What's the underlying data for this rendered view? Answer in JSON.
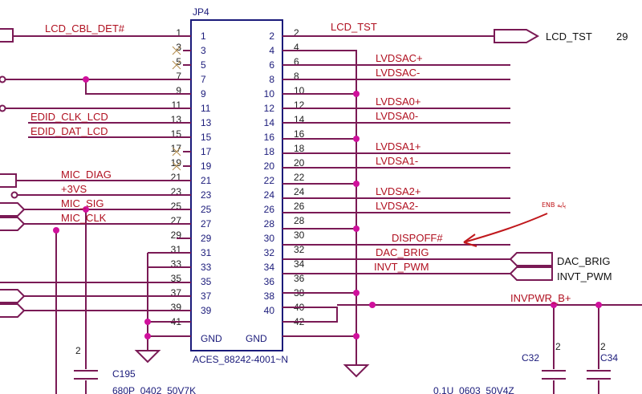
{
  "connector": {
    "ref": "JP4",
    "part_number": "ACES_88242-4001~N",
    "gnd_left": "GND",
    "gnd_right": "GND",
    "left_inner_pins": [
      "1",
      "3",
      "5",
      "7",
      "9",
      "11",
      "13",
      "15",
      "17",
      "19",
      "21",
      "23",
      "25",
      "27",
      "29",
      "31",
      "33",
      "35",
      "37",
      "39"
    ],
    "right_inner_pins": [
      "2",
      "4",
      "6",
      "8",
      "10",
      "12",
      "14",
      "16",
      "18",
      "20",
      "22",
      "24",
      "26",
      "28",
      "30",
      "32",
      "34",
      "36",
      "38",
      "40"
    ],
    "left_outer_pins": [
      "1",
      "3",
      "5",
      "7",
      "9",
      "11",
      "13",
      "15",
      "17",
      "19",
      "21",
      "23",
      "25",
      "27",
      "29",
      "31",
      "33",
      "35",
      "37",
      "39",
      "41"
    ],
    "right_outer_pins": [
      "2",
      "4",
      "6",
      "8",
      "10",
      "12",
      "14",
      "16",
      "18",
      "20",
      "22",
      "24",
      "26",
      "28",
      "30",
      "32",
      "34",
      "36",
      "38",
      "40",
      "42"
    ]
  },
  "nets": {
    "lcd_cbl_det": "LCD_CBL_DET#",
    "edid_clk": "EDID_CLK_LCD",
    "edid_dat": "EDID_DAT_LCD",
    "mic_diag": "MIC_DIAG",
    "v3": "+3VS",
    "mic_sig": "MIC_SIG",
    "mic_clk": "MIC_CLK",
    "lcd_tst": "LCD_TST",
    "lvdsac_p": "LVDSAC+",
    "lvdsac_n": "LVDSAC-",
    "lvdsa0_p": "LVDSA0+",
    "lvdsa0_n": "LVDSA0-",
    "lvdsa1_p": "LVDSA1+",
    "lvdsa1_n": "LVDSA1-",
    "lvdsa2_p": "LVDSA2+",
    "lvdsa2_n": "LVDSA2-",
    "dispoff": "DISPOFF#",
    "dac_brig": "DAC_BRIG",
    "invt_pwm": "INVT_PWM",
    "invpwr": "INVPWR_B+"
  },
  "offpage": {
    "lcd_tst": "LCD_TST",
    "lcd_tst_page": "29",
    "dac_brig": "DAC_BRIG",
    "invt_pwm": "INVT_PWM"
  },
  "parts": {
    "c195": "C195",
    "c195_pin": "2",
    "c195_value": "680P_0402_50V7K",
    "c32": "C32",
    "c32_pin": "2",
    "c34": "C34",
    "c34_pin": "2",
    "cap_value": "0.1U_0603_50V4Z"
  },
  "annotation": {
    "text": "ENB پایه"
  },
  "colors": {
    "box": "#1a1a7a",
    "wire": "#7a1a55",
    "netlabel": "#b01020",
    "junction": "#d0109c",
    "annotation": "#c0181c"
  }
}
